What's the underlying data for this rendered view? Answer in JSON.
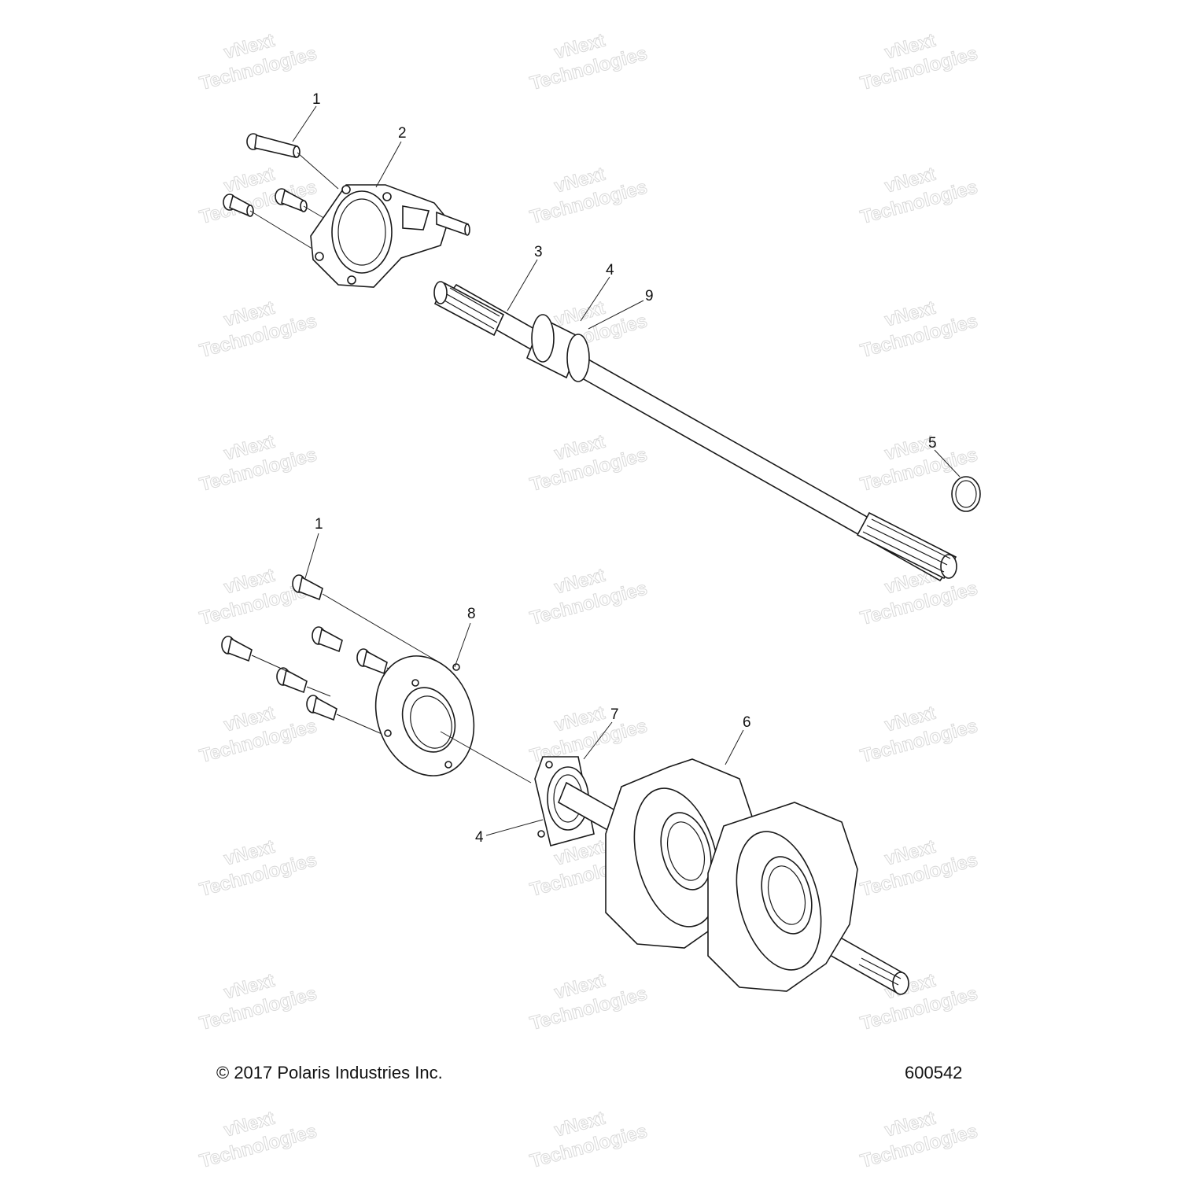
{
  "watermark": {
    "line1": "vNext",
    "line2": "Technologies"
  },
  "callouts": {
    "c1a": "1",
    "c2": "2",
    "c3": "3",
    "c4a": "4",
    "c9": "9",
    "c5": "5",
    "c1b": "1",
    "c8": "8",
    "c7": "7",
    "c6": "6",
    "c4b": "4"
  },
  "footer": {
    "copyright": "© 2017 Polaris Industries Inc.",
    "diagram_number": "600542"
  }
}
